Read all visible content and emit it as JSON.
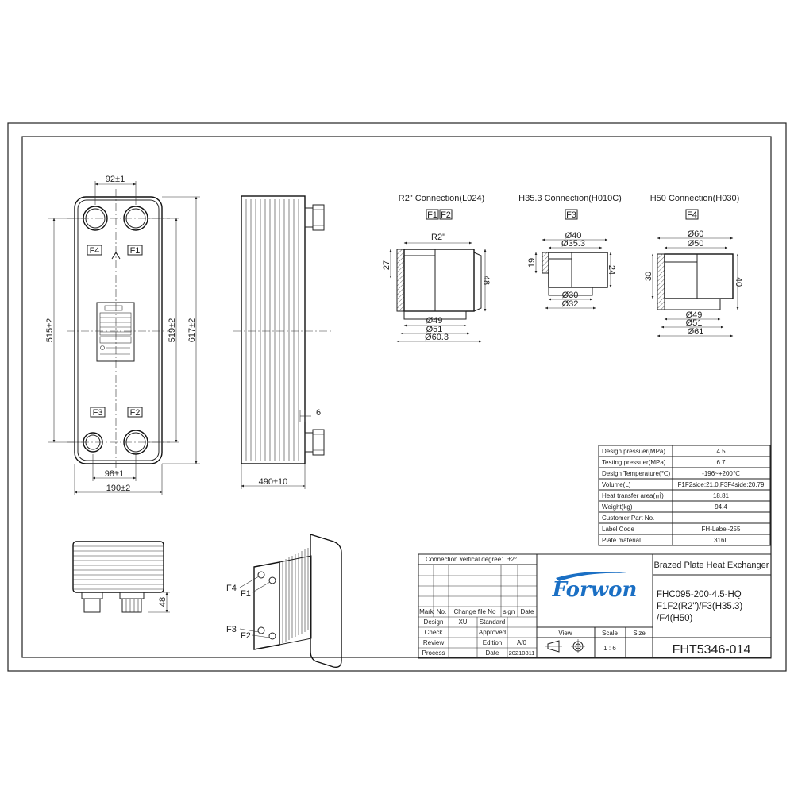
{
  "front_view": {
    "dim_top": "92±1",
    "dim_bottom_inner": "98±1",
    "dim_bottom_outer": "190±2",
    "dim_left": "515±2",
    "dim_mid": "519±2",
    "dim_right": "617±2",
    "ports": {
      "f4": "F4",
      "f1": "F1",
      "f3": "F3",
      "f2": "F2"
    }
  },
  "side_view": {
    "dim_length": "490±10",
    "dim_6": "6"
  },
  "bottom_view": {
    "dim_48": "48"
  },
  "iso_view": {
    "f4": "F4",
    "f1": "F1",
    "f3": "F3",
    "f2": "F2"
  },
  "connections": [
    {
      "title": "R2\" Connection(L024)",
      "tags": [
        "F1",
        "F2"
      ],
      "dims": {
        "top": "R2\"",
        "left": "27",
        "right": "48",
        "b1": "Ø49",
        "b2": "Ø51",
        "b3": "Ø60.3"
      }
    },
    {
      "title": "H35.3 Connection(H010C)",
      "tags": [
        "F3"
      ],
      "dims": {
        "t1": "Ø40",
        "t2": "Ø35.3",
        "left": "19",
        "right": "24",
        "b1": "Ø30",
        "b2": "Ø32"
      }
    },
    {
      "title": "H50 Connection(H030)",
      "tags": [
        "F4"
      ],
      "dims": {
        "t1": "Ø60",
        "t2": "Ø50",
        "left": "30",
        "right": "40",
        "b1": "Ø49",
        "b2": "Ø51",
        "b3": "Ø61"
      }
    }
  ],
  "spec_table": [
    {
      "label": "Design pressuer(MPa)",
      "value": "4.5"
    },
    {
      "label": "Testing pressuer(MPa)",
      "value": "6.7"
    },
    {
      "label": "Design Temperature(℃)",
      "value": "-196~+200℃"
    },
    {
      "label": "Volume(L)",
      "value": "F1F2side:21.0,F3F4side:20.79"
    },
    {
      "label": "Heat transfer area(㎡)",
      "value": "18.81"
    },
    {
      "label": "Weight(kg)",
      "value": "94.4"
    },
    {
      "label": "Customer Part No.",
      "value": ""
    },
    {
      "label": "Label Code",
      "value": "FH-Label-255"
    },
    {
      "label": "Plate material",
      "value": "316L"
    }
  ],
  "title_block": {
    "connection_degree": "Connection vertical degree：±2°",
    "rev_headers": [
      "Mark",
      "No.",
      "Change file No",
      "sign",
      "Date"
    ],
    "design_label": "Design",
    "design_value": "XU",
    "standard_label": "Standard",
    "check_label": "Check",
    "approved_label": "Approved",
    "review_label": "Review",
    "edition_label": "Edition",
    "edition_value": "A/0",
    "process_label": "Process",
    "date_label": "Date",
    "date_value": "20210811",
    "view_label": "View",
    "scale_label": "Scale",
    "scale_value": "1 : 6",
    "size_label": "Size",
    "logo": "Forwon",
    "product_title": "Brazed Plate Heat Exchanger",
    "model_line1": "FHC095-200-4.5-HQ",
    "model_line2": "F1F2(R2\")/F3(H35.3)",
    "model_line3": "/F4(H50)",
    "drawing_no": "FHT5346-014"
  }
}
